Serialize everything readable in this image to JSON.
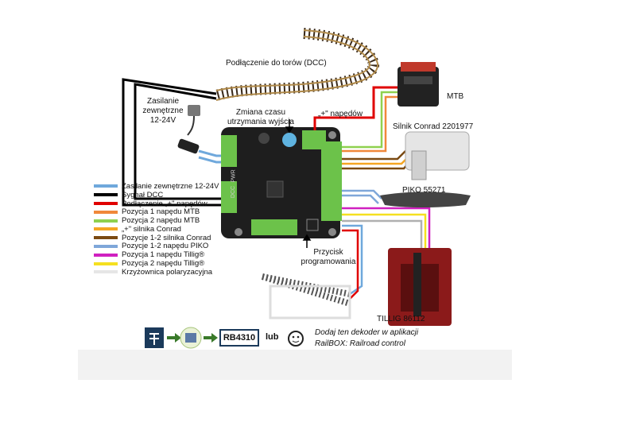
{
  "labels": {
    "track": "Podłączenie do torów (DCC)",
    "power": "Zasilanie zewnętrzne 12-24V",
    "hold_time": "Zmiana czasu utrzymania wyjścia",
    "plus": "„+\" napędów",
    "mtb": "MTB",
    "conrad": "Silnik Conrad 2201977",
    "piko": "PIKO 55271",
    "button": "Przycisk programowania",
    "tillig": "TILLIG 86112",
    "rb_code": "RB4310",
    "or": "lub",
    "add_line1": "Dodaj ten dekoder w aplikacji",
    "add_line2": "RailBOX: Railroad control",
    "board_pwr": "PWR",
    "board_dcc": "DCC"
  },
  "legend": [
    {
      "label": "Zasilanie zewnętrzne 12-24V",
      "color": "#6fa8dc"
    },
    {
      "label": "Sygnał DCC",
      "color": "#000000"
    },
    {
      "label": "Podłączenie „+\" napędów",
      "color": "#e00000"
    },
    {
      "label": "Pozycja 1 napędu MTB",
      "color": "#f0883a"
    },
    {
      "label": "Pozycja 2 napędu MTB",
      "color": "#8fd14f"
    },
    {
      "label": "„+\" silnika Conrad",
      "color": "#f5a623"
    },
    {
      "label": "Pozycje 1-2 silnika Conrad",
      "color": "#7b4a12"
    },
    {
      "label": "Pozycje 1-2 napędu PIKO",
      "color": "#7fa7d9"
    },
    {
      "label": "Pozycja 1 napędu Tillig®",
      "color": "#d020c0"
    },
    {
      "label": "Pozycja 2 napędu Tillig®",
      "color": "#f5e020"
    },
    {
      "label": "Krzyżownica polaryzacyjna",
      "color": "#e6e6e6"
    }
  ],
  "colors": {
    "board": "#1e1e1e",
    "terminal": "#6cc24a",
    "tillig": "#8b1a1a",
    "rail": "#b08a4a",
    "tie": "#3a2a1a",
    "icon_dark": "#1b3a5b",
    "icon_green": "#3a7a2a"
  }
}
